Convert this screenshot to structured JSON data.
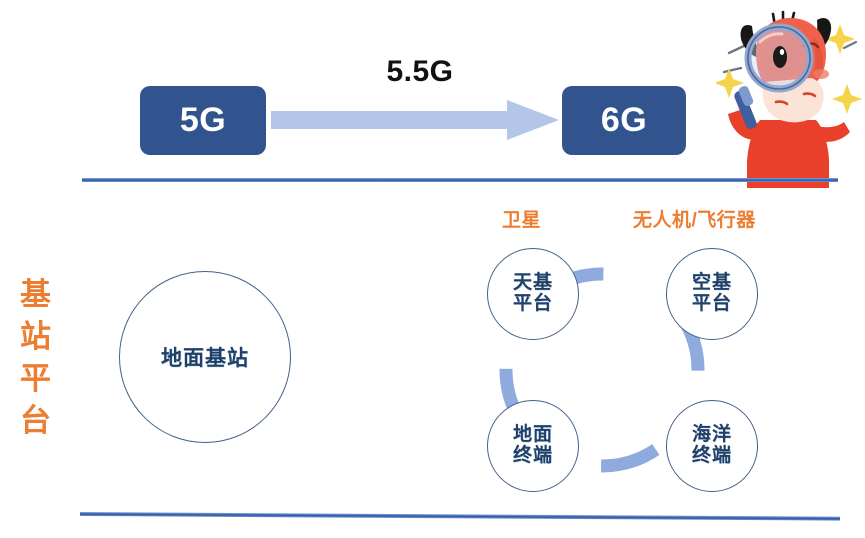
{
  "top_section": {
    "from_label": "5G",
    "to_label": "6G",
    "transition_label": "5.5G",
    "arrow_icon": "right-arrow-icon",
    "box_color": "#31548F",
    "arrow_color": "#B4C6E7"
  },
  "left_section": {
    "vertical_label_chars": [
      "基",
      "站",
      "平",
      "台"
    ],
    "vertical_label_text": "基站平台",
    "ground_station": {
      "label": "地面基站"
    },
    "accent_color": "#ED7D31",
    "circle_stroke": "#44618A",
    "text_color": "#1F4068"
  },
  "cluster": {
    "captions": [
      {
        "id": "satellite",
        "label": "卫星"
      },
      {
        "id": "drone",
        "label": "无人机/飞行器"
      }
    ],
    "nodes": [
      {
        "id": "sky-platform",
        "line1": "天基",
        "line2": "平台"
      },
      {
        "id": "air-platform",
        "line1": "空基",
        "line2": "平台"
      },
      {
        "id": "ground-terminal",
        "line1": "地面",
        "line2": "终端"
      },
      {
        "id": "ocean-terminal",
        "line1": "海洋",
        "line2": "终端"
      }
    ],
    "ring_color": "#8FAADC"
  },
  "mascot": {
    "name": "ox-with-magnifier-mascot",
    "body_color": "#E8402A",
    "face_color": "#F2695A",
    "muzzle_color": "#FBE3D5",
    "horn_color": "#1B1B1B",
    "sparkle_color": "#F5D44C",
    "magnifier_rim_color": "#8FA8D4"
  },
  "dividers": {
    "color": "#2E5EAA"
  }
}
